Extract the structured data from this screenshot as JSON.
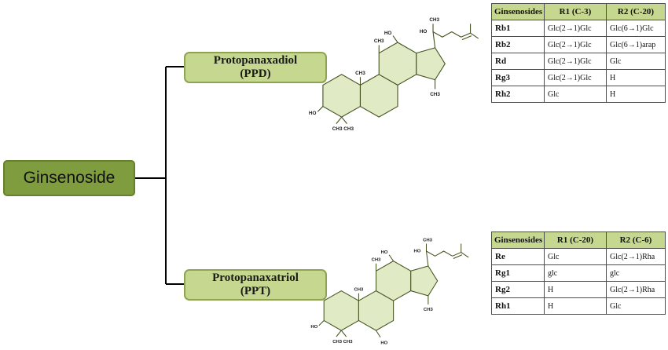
{
  "root": {
    "label": "Ginsenoside"
  },
  "branches": {
    "ppd": {
      "name": "Protopanaxadiol",
      "abbr": "(PPD)"
    },
    "ppt": {
      "name": "Protopanaxatriol",
      "abbr": "(PPT)"
    }
  },
  "tables": {
    "ppd": {
      "headers": [
        "Ginsenosides",
        "R1 (C-3)",
        "R2 (C-20)"
      ],
      "rows": [
        [
          "Rb1",
          "Glc(2→1)Glc",
          "Glc(6→1)Glc"
        ],
        [
          "Rb2",
          "Glc(2→1)Glc",
          "Glc(6→1)arap"
        ],
        [
          "Rd",
          "Glc(2→1)Glc",
          "Glc"
        ],
        [
          "Rg3",
          "Glc(2→1)Glc",
          "H"
        ],
        [
          "Rh2",
          "Glc",
          "H"
        ]
      ]
    },
    "ppt": {
      "headers": [
        "Ginsenosides",
        "R1 (C-20)",
        "R2 (C-6)"
      ],
      "rows": [
        [
          "Re",
          "Glc",
          "Glc(2→1)Rha"
        ],
        [
          "Rg1",
          "glc",
          "glc"
        ],
        [
          "Rg2",
          "H",
          "Glc(2→1)Rha"
        ],
        [
          "Rh1",
          "H",
          "Glc"
        ]
      ]
    }
  },
  "structures": {
    "ppd": {
      "oh_chain": "HO",
      "ch3_chain": "CH3",
      "oh_c12": "HO",
      "ch3_c19": "CH3",
      "ch3_c18": "CH3",
      "ch3_c14": "CH3",
      "oh_c3": "HO",
      "gem_dimethyl": "CH3 CH3"
    },
    "ppt": {
      "oh_chain": "HO",
      "ch3_chain": "CH3",
      "oh_c12": "HO",
      "ch3_c19": "CH3",
      "ch3_c18": "CH3",
      "ch3_c14": "CH3",
      "oh_c3": "HO",
      "gem_dimethyl": "CH3 CH3",
      "oh_c6": "HO"
    }
  },
  "colors": {
    "root_box": "#7f9c3e",
    "branch_box": "#c6d88f",
    "table_header": "#c6d88f",
    "structure_fill": "#e0eac5",
    "line": "#000000"
  }
}
